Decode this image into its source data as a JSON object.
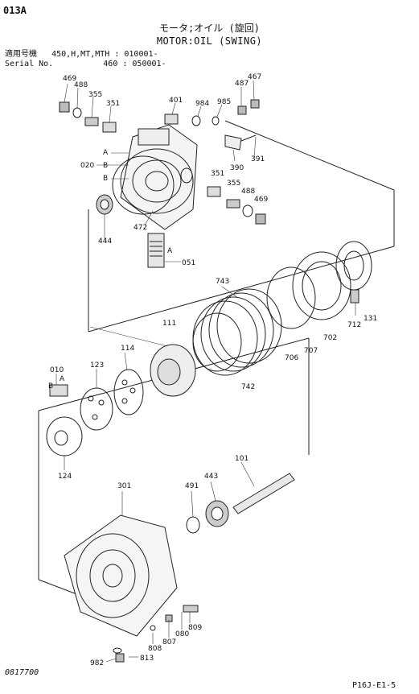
{
  "header": {
    "page_code": "013A",
    "title_jp": "モータ;オイル (旋回)",
    "title_en": "MOTOR:OIL (SWING)",
    "applicable_label": "適用号機",
    "applicable_models": "450,H,MT,MTH",
    "applicable_serial": ": 010001-",
    "serial_label": "Serial No.",
    "serial_model": "460",
    "serial_value": ": 050001-"
  },
  "footer": {
    "doc_no": "0817700",
    "page_ref": "P16J-E1-5"
  },
  "callouts": [
    "469",
    "488",
    "355",
    "351",
    "401",
    "984",
    "985",
    "487",
    "467",
    "A",
    "B",
    "B",
    "020",
    "390",
    "391",
    "351",
    "355",
    "488",
    "469",
    "444",
    "472",
    "A",
    "051",
    "743",
    "131",
    "712",
    "702",
    "707",
    "706",
    "742",
    "111",
    "114",
    "123",
    "010",
    "A",
    "B",
    "124",
    "101",
    "301",
    "491",
    "443",
    "809",
    "080",
    "807",
    "808",
    "813",
    "982"
  ]
}
